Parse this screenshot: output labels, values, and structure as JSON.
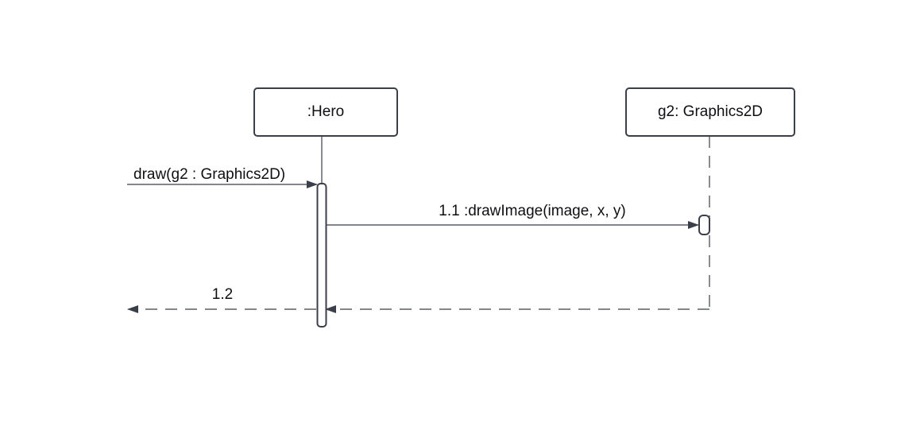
{
  "diagram": {
    "type": "uml-sequence-diagram",
    "colors": {
      "line": "#3a3f4a",
      "text": "#0f0f14",
      "fill": "#ffffff"
    },
    "lifelines": [
      {
        "id": "hero",
        "label": ":Hero",
        "line_style": "solid"
      },
      {
        "id": "g2",
        "label": "g2: Graphics2D",
        "line_style": "dashed"
      }
    ],
    "messages": [
      {
        "label": "draw(g2 : Graphics2D)",
        "from": "external",
        "to": "hero",
        "kind": "synchronous-call"
      },
      {
        "label": "1.1 :drawImage(image, x, y)",
        "from": "hero",
        "to": "g2",
        "kind": "synchronous-call"
      },
      {
        "label": "",
        "from": "g2",
        "to": "hero",
        "kind": "return"
      },
      {
        "label": "1.2",
        "from": "hero",
        "to": "external",
        "kind": "return"
      }
    ]
  }
}
